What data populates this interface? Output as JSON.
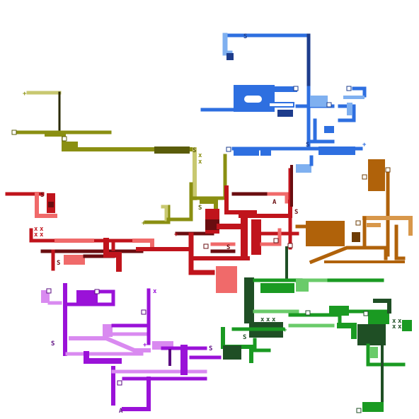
{
  "view": {
    "title": ""
  },
  "regions": [
    {
      "id": "blue",
      "color": "#2e6fe0",
      "light": "#7fb0f0",
      "dark": "#1d3c8c"
    },
    {
      "id": "olive",
      "color": "#8a8f12",
      "light": "#c8c870",
      "dark": "#5a5c0a"
    },
    {
      "id": "red",
      "color": "#c0141c",
      "light": "#f06a6a",
      "dark": "#6a0d10"
    },
    {
      "id": "orange",
      "color": "#b0620a",
      "light": "#d8974a",
      "dark": "#6e3c05"
    },
    {
      "id": "green",
      "color": "#1a9a22",
      "light": "#6acb6a",
      "dark": "#1f4f25"
    },
    {
      "id": "purple",
      "color": "#9a12d8",
      "light": "#d98af0",
      "dark": "#5a0a80"
    }
  ],
  "markers": {
    "start": "S",
    "goal": "A",
    "blocked": "x",
    "junction": "+"
  },
  "icons": {
    "start-marker": "letter-S",
    "goal-marker": "letter-A",
    "blocked-marker": "cross",
    "junction-marker": "plus",
    "node-marker": "square-outline"
  }
}
